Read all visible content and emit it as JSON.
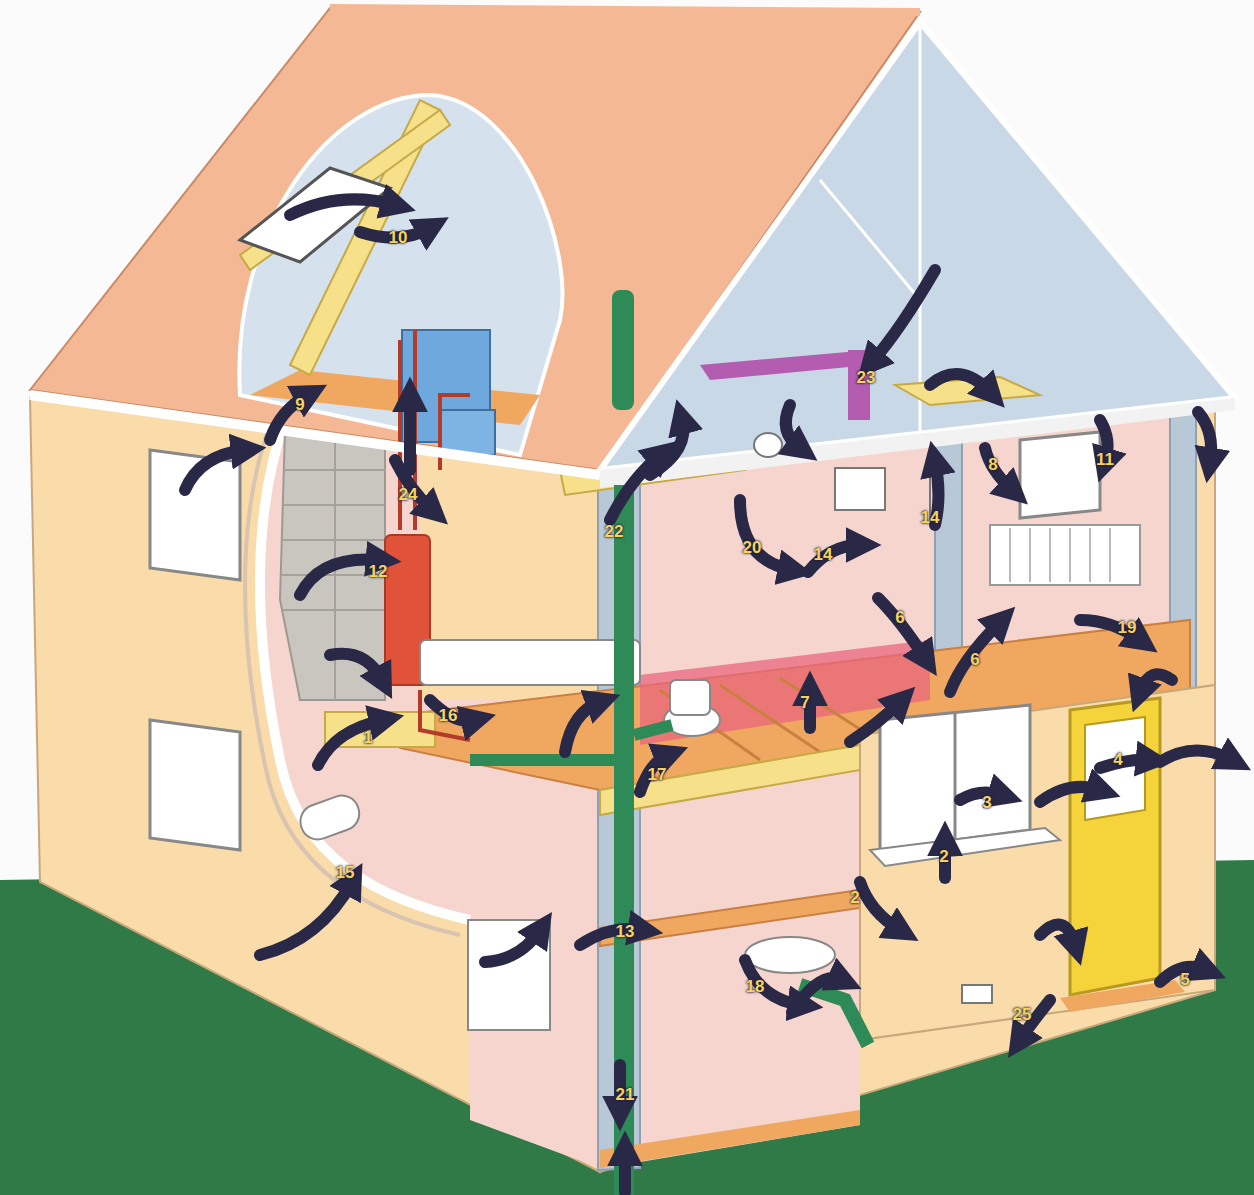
{
  "diagram": {
    "labels": [
      "10",
      "9",
      "24",
      "23",
      "22",
      "20",
      "14",
      "14",
      "8",
      "11",
      "12",
      "6",
      "6",
      "19",
      "16",
      "1",
      "7",
      "17",
      "4",
      "3",
      "2",
      "2",
      "15",
      "13",
      "18",
      "5",
      "25",
      "21"
    ]
  }
}
